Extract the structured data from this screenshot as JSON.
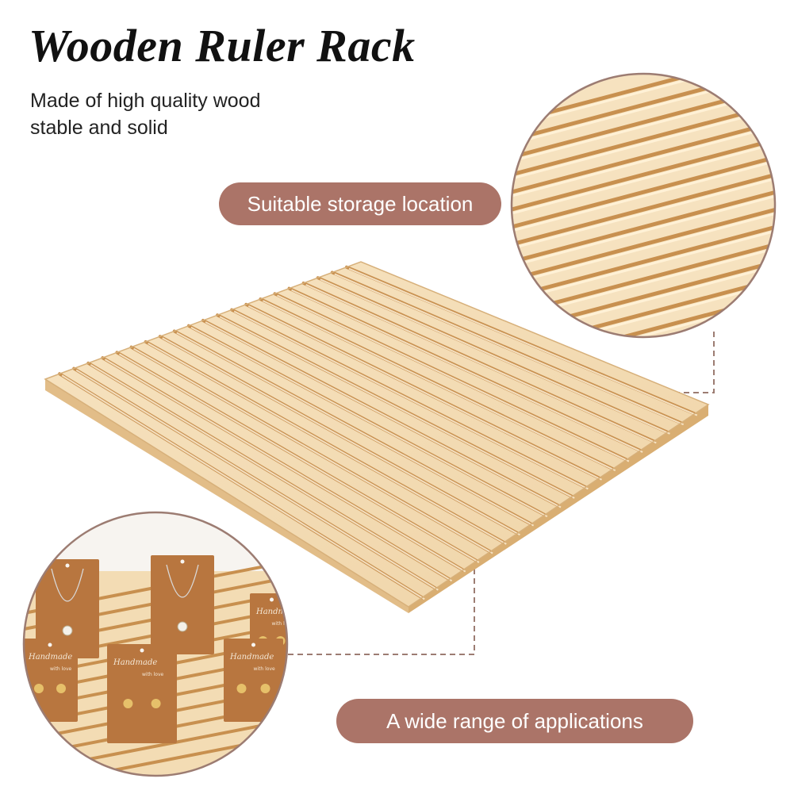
{
  "title": "Wooden Ruler Rack",
  "subtitle": {
    "line1": "Made of high quality wood",
    "line2": "stable and solid"
  },
  "callouts": {
    "top": "Suitable storage location",
    "bottom": "A wide range of applications"
  },
  "cards": {
    "label": "Handmade",
    "sublabel": "with love"
  },
  "colors": {
    "pill": "#ab7468",
    "wood_light": "#f3dcb4",
    "wood_groove": "#c8904f",
    "wood_edge": "#e2bd88",
    "card": "#b8763f",
    "circle_border": "#9c7c72",
    "dashed_line": "#9c7c72"
  }
}
